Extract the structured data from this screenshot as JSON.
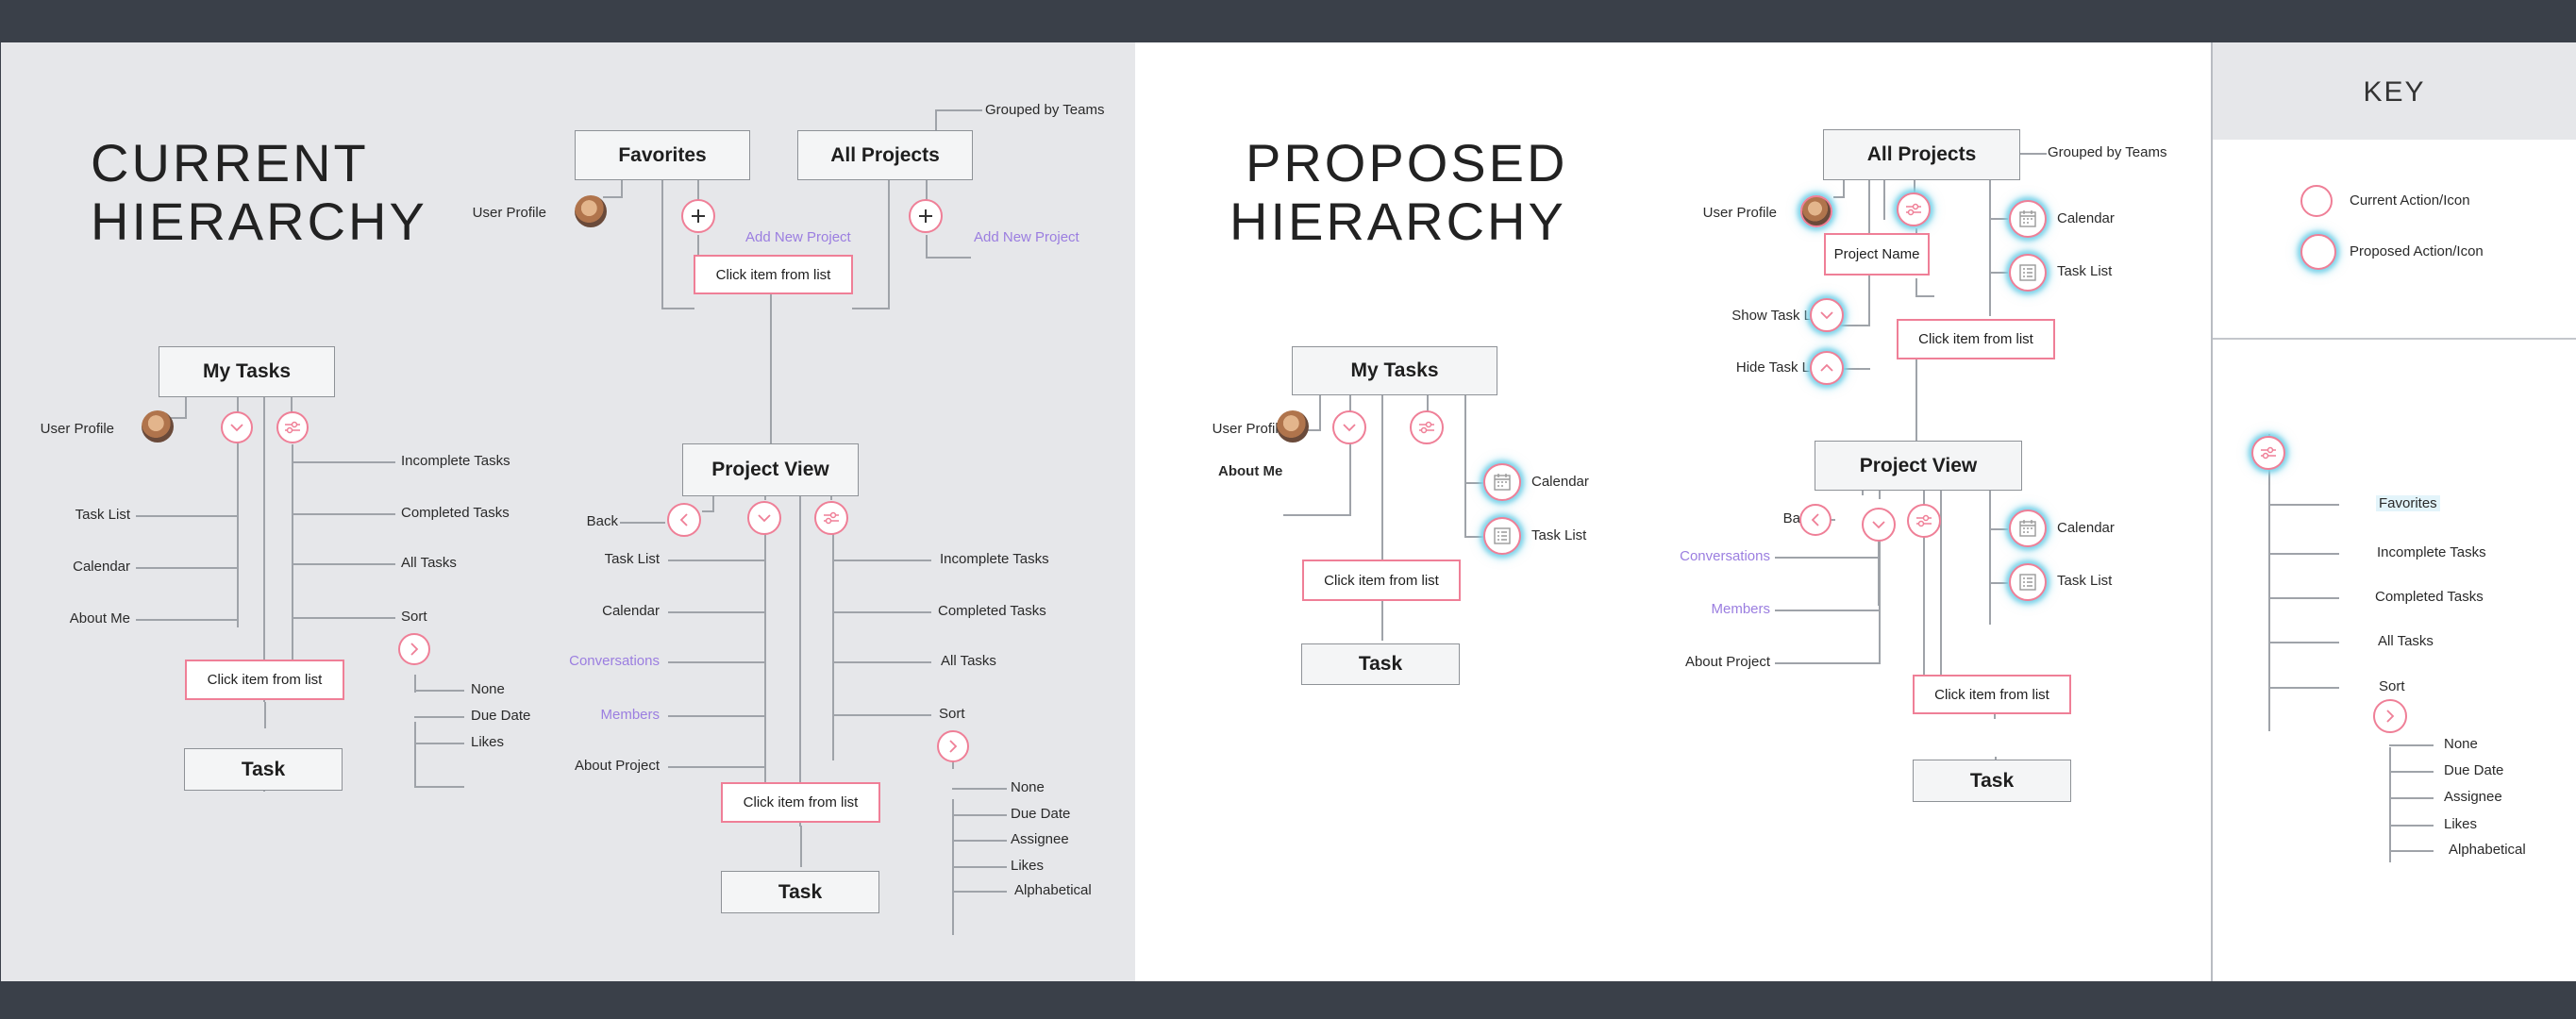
{
  "current": {
    "title_line1": "CURRENT",
    "title_line2": "HIERARCHY",
    "favorites": "Favorites",
    "all_projects": "All  Projects",
    "grouped_by_teams": "Grouped by Teams",
    "user_profile": "User Profile",
    "add_new_project": "Add New Project",
    "click_item": "Click item from list",
    "my_tasks": "My Tasks",
    "project_view": "Project View",
    "task": "Task",
    "left_items": [
      "Task List",
      "Calendar",
      "About Me"
    ],
    "filter_items": [
      "Incomplete Tasks",
      "Completed Tasks",
      "All Tasks",
      "Sort"
    ],
    "sort_items": [
      "None",
      "Due Date",
      "Likes"
    ],
    "back": "Back",
    "pv_left_items": [
      "Task List",
      "Calendar",
      "Conversations",
      "Members",
      "About Project"
    ],
    "pv_filter_items": [
      "Incomplete Tasks",
      "Completed Tasks",
      "All Tasks",
      "Sort"
    ],
    "pv_sort_items": [
      "None",
      "Due Date",
      "Assignee",
      "Likes",
      "Alphabetical"
    ]
  },
  "proposed": {
    "title_line1": "PROPOSED",
    "title_line2": "HIERARCHY",
    "all_projects": "All  Projects",
    "grouped_by_teams": "Grouped by Teams",
    "user_profile": "User Profile",
    "project_name": "Project Name",
    "show_task_list": "Show Task List",
    "hide_task_list": "Hide Task List",
    "calendar": "Calendar",
    "task_list": "Task List",
    "click_item": "Click item from list",
    "my_tasks": "My Tasks",
    "about_me": "About Me",
    "project_view": "Project View",
    "back": "Back",
    "pv_left_items": [
      "Conversations",
      "Members",
      "About Project"
    ],
    "task": "Task"
  },
  "key": {
    "title": "KEY",
    "current_icon": "Current Action/Icon",
    "proposed_icon": "Proposed Action/Icon",
    "filter_items": [
      "Favorites",
      "Incomplete Tasks",
      "Completed Tasks",
      "All Tasks",
      "Sort"
    ],
    "sort_items": [
      "None",
      "Due Date",
      "Assignee",
      "Likes",
      "Alphabetical"
    ]
  },
  "colors": {
    "accent_pink": "#ef7f97",
    "link_purple": "#9b7ee0",
    "glow_blue": "#7fd4ea",
    "panel_gray": "#e6e7ea",
    "bar_dark": "#3a4049"
  },
  "icons": [
    "plus-icon",
    "chevron-down-icon",
    "chevron-up-icon",
    "chevron-left-icon",
    "chevron-right-icon",
    "filter-sliders-icon",
    "calendar-icon",
    "list-icon",
    "avatar"
  ]
}
